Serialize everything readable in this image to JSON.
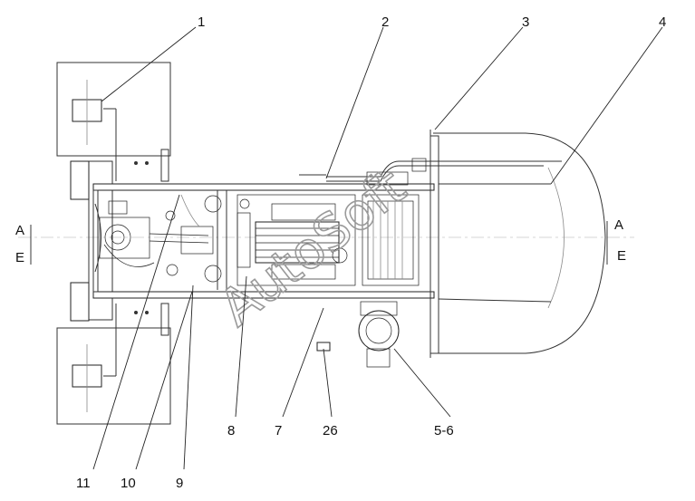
{
  "callouts": {
    "c1": "1",
    "c2": "2",
    "c3": "3",
    "c4": "4",
    "c5_6": "5-6",
    "c7": "7",
    "c8": "8",
    "c9": "9",
    "c10": "10",
    "c11": "11",
    "c26": "26"
  },
  "section_marks": {
    "left_top": "A",
    "left_bottom": "E",
    "right_top": "A",
    "right_bottom": "E"
  },
  "watermark": "AutoSoft"
}
